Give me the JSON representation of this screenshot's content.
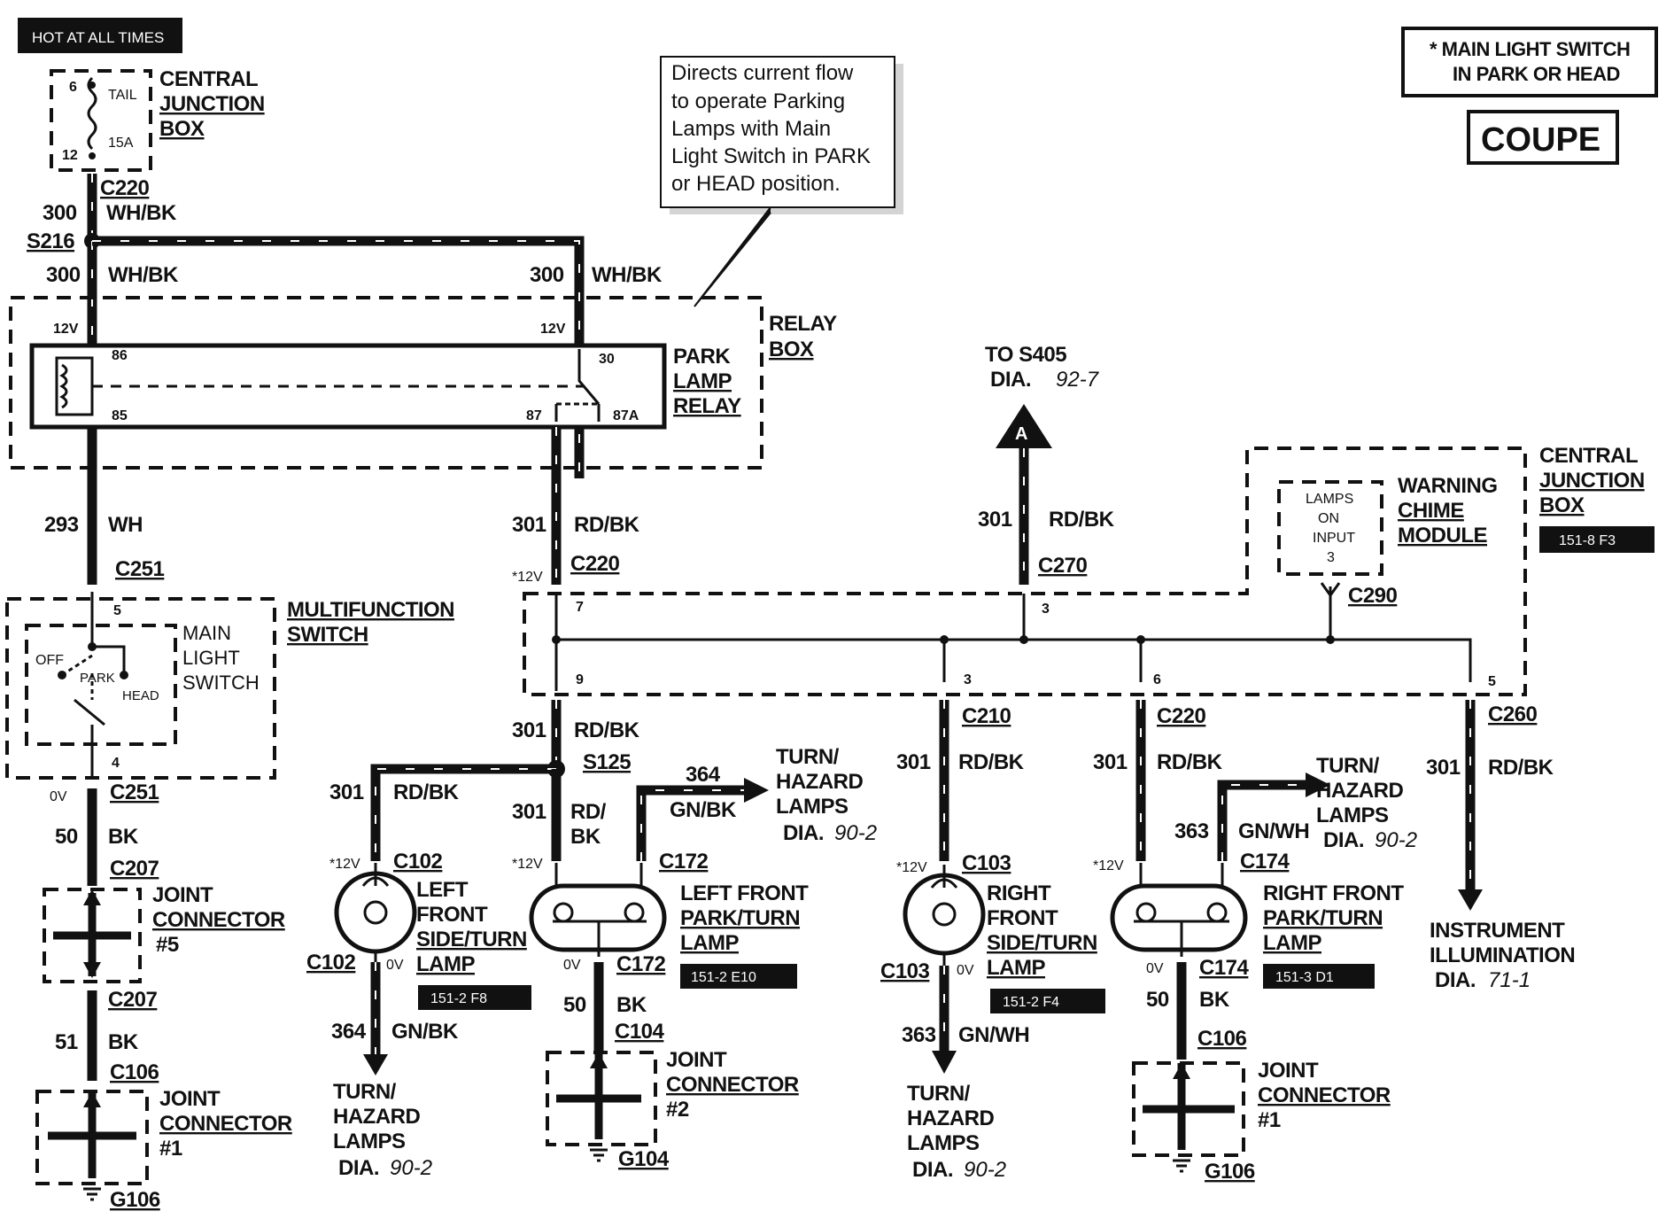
{
  "header": {
    "hot_label": "HOT AT ALL TIMES",
    "legend_note": "* MAIN LIGHT SWITCH",
    "legend_note2": "IN PARK OR HEAD",
    "model": "COUPE"
  },
  "callout": {
    "line1": "Directs current flow",
    "line2": "to operate Parking",
    "line3": "Lamps with Main",
    "line4": "Light Switch in PARK",
    "line5": "or HEAD position."
  },
  "cjb_top": {
    "l1": "CENTRAL",
    "l2": "JUNCTION",
    "l3": "BOX",
    "fuse_name": "TAIL",
    "fuse_rating": "15A",
    "pin_in": "6",
    "pin_out": "12"
  },
  "relay_box": {
    "l1": "RELAY",
    "l2": "BOX",
    "relay_l1": "PARK",
    "relay_l2": "LAMP",
    "relay_l3": "RELAY",
    "pin86": "86",
    "pin85": "85",
    "pin30": "30",
    "pin87": "87",
    "pin87a": "87A",
    "v_left": "12V",
    "v_right": "12V"
  },
  "wires": {
    "c220_top": "C220",
    "c220_top_color": "WH/BK",
    "c220_top_circuit": "300",
    "s216": "S216",
    "w300_left_circuit": "300",
    "w300_left_color": "WH/BK",
    "w300_right_circuit": "300",
    "w300_right_color": "WH/BK",
    "w293_circuit": "293",
    "w293_color": "WH",
    "c251_top": "C251",
    "w301_main_circuit": "301",
    "w301_main_color": "RD/BK",
    "c220_mid": "C220",
    "c220_mid_v": "*12V",
    "w301_up_circuit": "301",
    "w301_up_color": "RD/BK",
    "c270": "C270",
    "to_s405": "TO S405",
    "to_s405_dia": "DIA.",
    "to_s405_ref": "92-7",
    "conn_a": "A"
  },
  "multifunction": {
    "l1": "MULTIFUNCTION",
    "l2": "SWITCH",
    "sw_l1": "MAIN",
    "sw_l2": "LIGHT",
    "sw_l3": "SWITCH",
    "off": "OFF",
    "park": "PARK",
    "head": "HEAD",
    "pin5": "5",
    "pin4": "4",
    "c251_bottom": "C251",
    "c251_v": "0V",
    "w50_circuit": "50",
    "w50_color": "BK",
    "c207_a": "C207",
    "c207_b": "C207",
    "w51_circuit": "51",
    "w51_color": "BK",
    "c106": "C106",
    "g106": "G106"
  },
  "jc5": {
    "l1": "JOINT",
    "l2": "CONNECTOR",
    "l3": "#5"
  },
  "jc1_left": {
    "l1": "JOINT",
    "l2": "CONNECTOR",
    "l3": "#1"
  },
  "cjb_right": {
    "l1": "CENTRAL",
    "l2": "JUNCTION",
    "l3": "BOX",
    "ref": "151-8 F3",
    "wcm_l1": "WARNING",
    "wcm_l2": "CHIME",
    "wcm_l3": "MODULE",
    "lamps_l1": "LAMPS",
    "lamps_l2": "ON",
    "lamps_l3": "INPUT",
    "lamps_l4": "3",
    "c290": "C290",
    "pin7": "7",
    "pin3_top": "3",
    "pin9": "9",
    "pin3": "3",
    "pin6": "6",
    "pin5": "5"
  },
  "branch_left": {
    "w301_circuit": "301",
    "w301_color": "RD/BK",
    "s125": "S125",
    "w301a_circuit": "301",
    "w301a_color": "RD/BK",
    "w301b_circuit": "301",
    "w301b_color1": "RD/",
    "w301b_color2": "BK",
    "w364_circuit": "364",
    "w364_color": "GN/BK",
    "turn_l1": "TURN/",
    "turn_l2": "HAZARD",
    "turn_l3": "LAMPS",
    "turn_dia": "DIA.",
    "turn_ref": "90-2",
    "c102_top": "C102",
    "c102_v": "*12V",
    "c102_bottom": "C102",
    "c102_b_v": "0V",
    "side_l1": "LEFT",
    "side_l2": "FRONT",
    "side_l3": "SIDE/TURN",
    "side_l4": "LAMP",
    "side_ref": "151-2 F8",
    "w364b_circuit": "364",
    "w364b_color": "GN/BK",
    "tb_l1": "TURN/",
    "tb_l2": "HAZARD",
    "tb_l3": "LAMPS",
    "tb_dia": "DIA.",
    "tb_ref": "90-2",
    "c172_top": "C172",
    "c172_v": "*12V",
    "c172_bottom": "C172",
    "c172_b_v": "0V",
    "park_l1": "LEFT FRONT",
    "park_l2": "PARK/TURN",
    "park_l3": "LAMP",
    "park_ref": "151-2 E10",
    "w50_circuit": "50",
    "w50_color": "BK",
    "c104": "C104",
    "jc2_l1": "JOINT",
    "jc2_l2": "CONNECTOR",
    "jc2_l3": "#2",
    "g104": "G104"
  },
  "branch_right": {
    "c210": "C210",
    "w301a_circuit": "301",
    "w301a_color": "RD/BK",
    "c103_top": "C103",
    "c103_v": "*12V",
    "c103_bottom": "C103",
    "c103_b_v": "0V",
    "side_l1": "RIGHT",
    "side_l2": "FRONT",
    "side_l3": "SIDE/TURN",
    "side_l4": "LAMP",
    "side_ref": "151-2 F4",
    "w363_circuit": "363",
    "w363_color": "GN/WH",
    "tb_l1": "TURN/",
    "tb_l2": "HAZARD",
    "tb_l3": "LAMPS",
    "tb_dia": "DIA.",
    "tb_ref": "90-2",
    "c220": "C220",
    "w301b_circuit": "301",
    "w301b_color": "RD/BK",
    "w363b_circuit": "363",
    "w363b_color": "GN/WH",
    "turn_l1": "TURN/",
    "turn_l2": "HAZARD",
    "turn_l3": "LAMPS",
    "turn_dia": "DIA.",
    "turn_ref": "90-2",
    "c174_top": "C174",
    "c174_v": "*12V",
    "c174_bottom": "C174",
    "c174_b_v": "0V",
    "park_l1": "RIGHT FRONT",
    "park_l2": "PARK/TURN",
    "park_l3": "LAMP",
    "park_ref": "151-3 D1",
    "w50_circuit": "50",
    "w50_color": "BK",
    "c106": "C106",
    "jc1_l1": "JOINT",
    "jc1_l2": "CONNECTOR",
    "jc1_l3": "#1",
    "g106": "G106"
  },
  "instrument": {
    "c260": "C260",
    "w301_circuit": "301",
    "w301_color": "RD/BK",
    "l1": "INSTRUMENT",
    "l2": "ILLUMINATION",
    "dia": "DIA.",
    "ref": "71-1"
  }
}
